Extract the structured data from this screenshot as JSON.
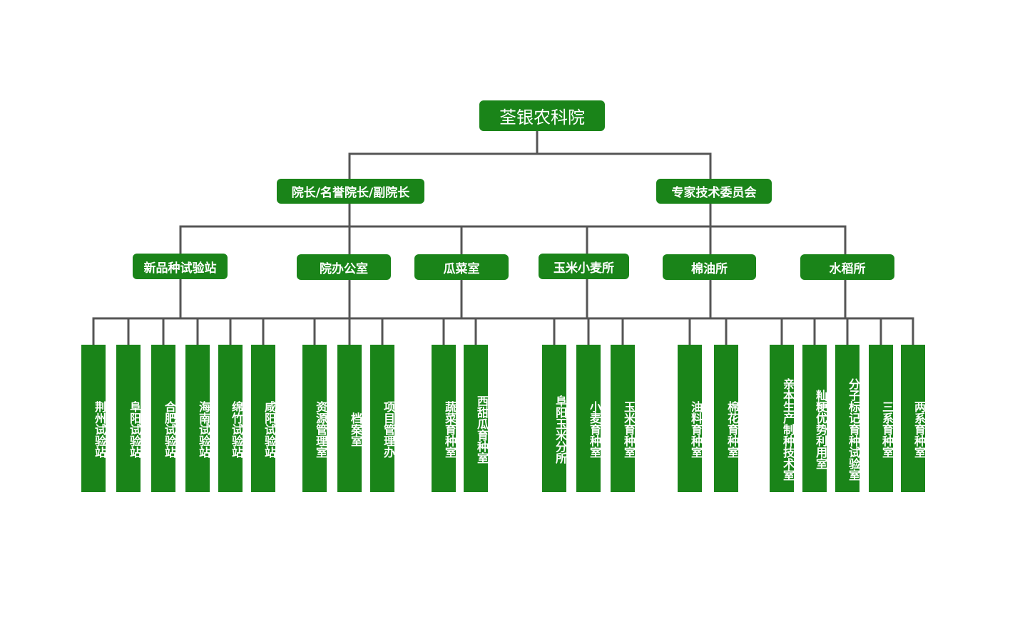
{
  "root": {
    "label": "荃银农科院"
  },
  "level1": [
    {
      "id": "leadership",
      "label": "院长/名誉院长/副院长"
    },
    {
      "id": "expert-committee",
      "label": "专家技术委员会"
    }
  ],
  "level2": [
    {
      "id": "new-variety-station",
      "label": "新品种试验站",
      "children": [
        "荆州试验站",
        "阜阳试验站",
        "合肥试验站",
        "海南试验站",
        "绵竹试验站",
        "咸阳试验站"
      ]
    },
    {
      "id": "admin-office",
      "label": "院办公室",
      "children": [
        "资源管理室",
        "档案室",
        "项目管理办"
      ]
    },
    {
      "id": "melon-vegetable",
      "label": "瓜菜室",
      "children": [
        "蔬菜育种室",
        "西甜瓜育种室"
      ]
    },
    {
      "id": "corn-wheat",
      "label": "玉米小麦所",
      "children": [
        "阜阳玉米分所",
        "小麦育种室",
        "玉米育种室"
      ]
    },
    {
      "id": "cotton-oil",
      "label": "棉油所",
      "children": [
        "油料育种室",
        "棉花育种室"
      ]
    },
    {
      "id": "rice",
      "label": "水稻所",
      "children": [
        "亲本生产制种技术室",
        "籼粳优势利用室",
        "分子标记育种试验室",
        "三系育种室",
        "两系育种室"
      ]
    }
  ],
  "colors": {
    "node_fill": "#1a8419",
    "connector": "#555555",
    "text": "#ffffff"
  }
}
